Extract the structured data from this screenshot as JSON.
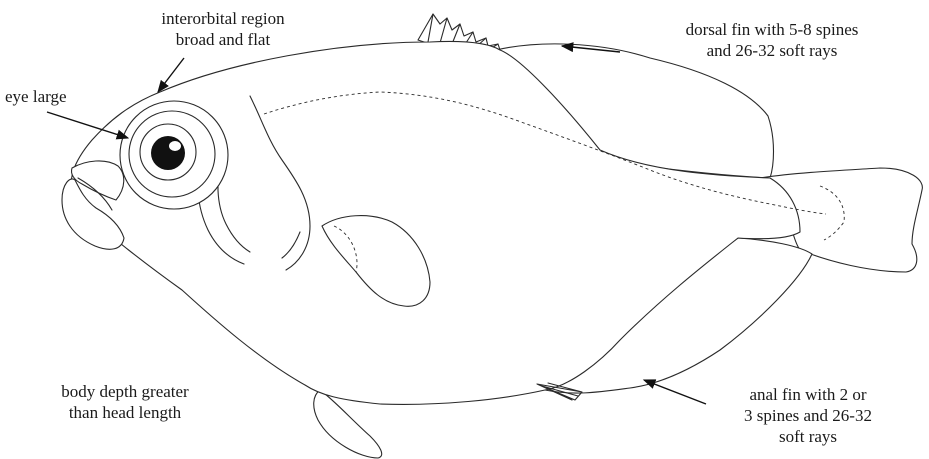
{
  "labels": {
    "interorbital": [
      "interorbital region",
      "broad and flat"
    ],
    "eye": [
      "eye large"
    ],
    "dorsal": [
      "dorsal fin with 5-8 spines",
      "and 26-32 soft rays"
    ],
    "body_depth": [
      "body depth greater",
      "than head length"
    ],
    "anal": [
      "anal fin with 2 or",
      "3 spines and 26-32",
      "soft rays"
    ]
  },
  "colors": {
    "ink": "#1a1a1a",
    "fill": "#ffffff"
  }
}
